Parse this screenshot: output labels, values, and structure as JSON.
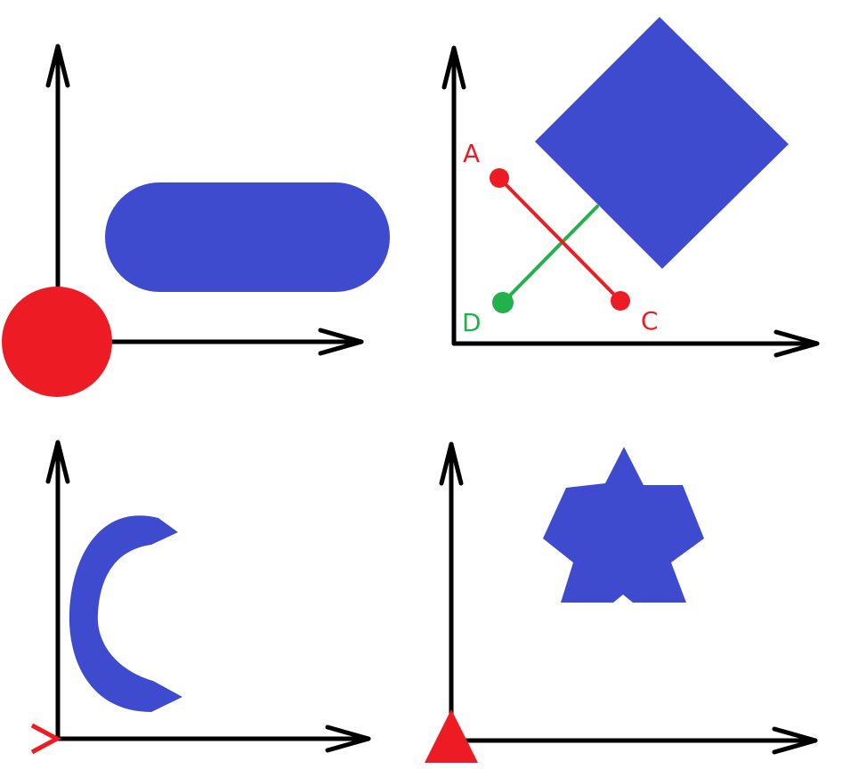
{
  "colors": {
    "axis": "#000000",
    "shape": "#3f4bce",
    "red": "#ed1c24",
    "green": "#22b14c",
    "background": "#ffffff"
  },
  "panels": [
    {
      "name": "top-left",
      "shapes": [
        "stadium",
        "circle"
      ]
    },
    {
      "name": "top-right",
      "shapes": [
        "diamond",
        "segment-ac",
        "segment-d"
      ],
      "labels": {
        "a": "A",
        "c": "C",
        "d": "D"
      }
    },
    {
      "name": "bottom-left",
      "shapes": [
        "arc",
        "chevron"
      ]
    },
    {
      "name": "bottom-right",
      "shapes": [
        "star",
        "triangle"
      ]
    }
  ]
}
